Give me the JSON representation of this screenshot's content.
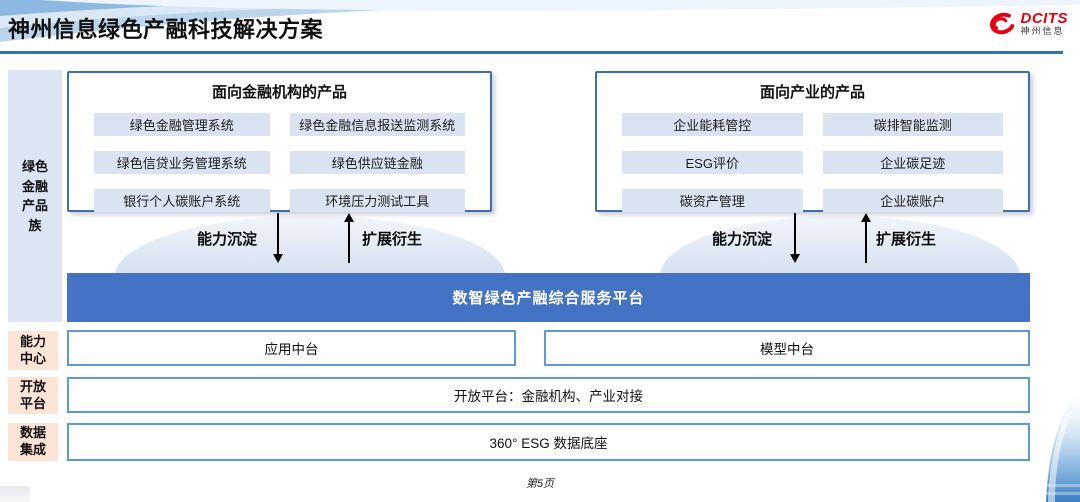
{
  "header": {
    "title": "神州信息绿色产融科技解决方案",
    "logo": {
      "brand": "DCITS",
      "company": "神州信息"
    }
  },
  "left_rail": {
    "product_family": "绿色金融产品族",
    "capability_center": "能力中心",
    "open_platform": "开放平台",
    "data_integration": "数据集成"
  },
  "product_groups": [
    {
      "title": "面向金融机构的产品",
      "items": [
        "绿色金融管理系统",
        "绿色金融信息报送监测系统",
        "绿色信贷业务管理系统",
        "绿色供应链金融",
        "银行个人碳账户系统",
        "环境压力测试工具"
      ]
    },
    {
      "title": "面向产业的产品",
      "items": [
        "企业能耗管控",
        "碳排智能监测",
        "ESG评价",
        "企业碳足迹",
        "碳资产管理",
        "企业碳账户"
      ]
    }
  ],
  "flow_labels": {
    "down": "能力沉淀",
    "up": "扩展衍生"
  },
  "platform": {
    "title": "数智绿色产融综合服务平台"
  },
  "middle_layer": {
    "app": "应用中台",
    "model": "模型中台"
  },
  "rows": {
    "open_platform": "开放平台：金融机构、产业对接",
    "data_base": "360° ESG 数据底座"
  },
  "footer": {
    "page": "第5页"
  },
  "colors": {
    "platform_blue": "#4472c4",
    "rule_blue": "#2e75b6",
    "pill_blue": "#dae3f1",
    "rail_blue": "#dbe5f3",
    "rail_peach": "#fce4d6",
    "border_blue": "#5b9bd5",
    "group_border_blue": "#3f6db5",
    "logo_red": "#e60012"
  }
}
